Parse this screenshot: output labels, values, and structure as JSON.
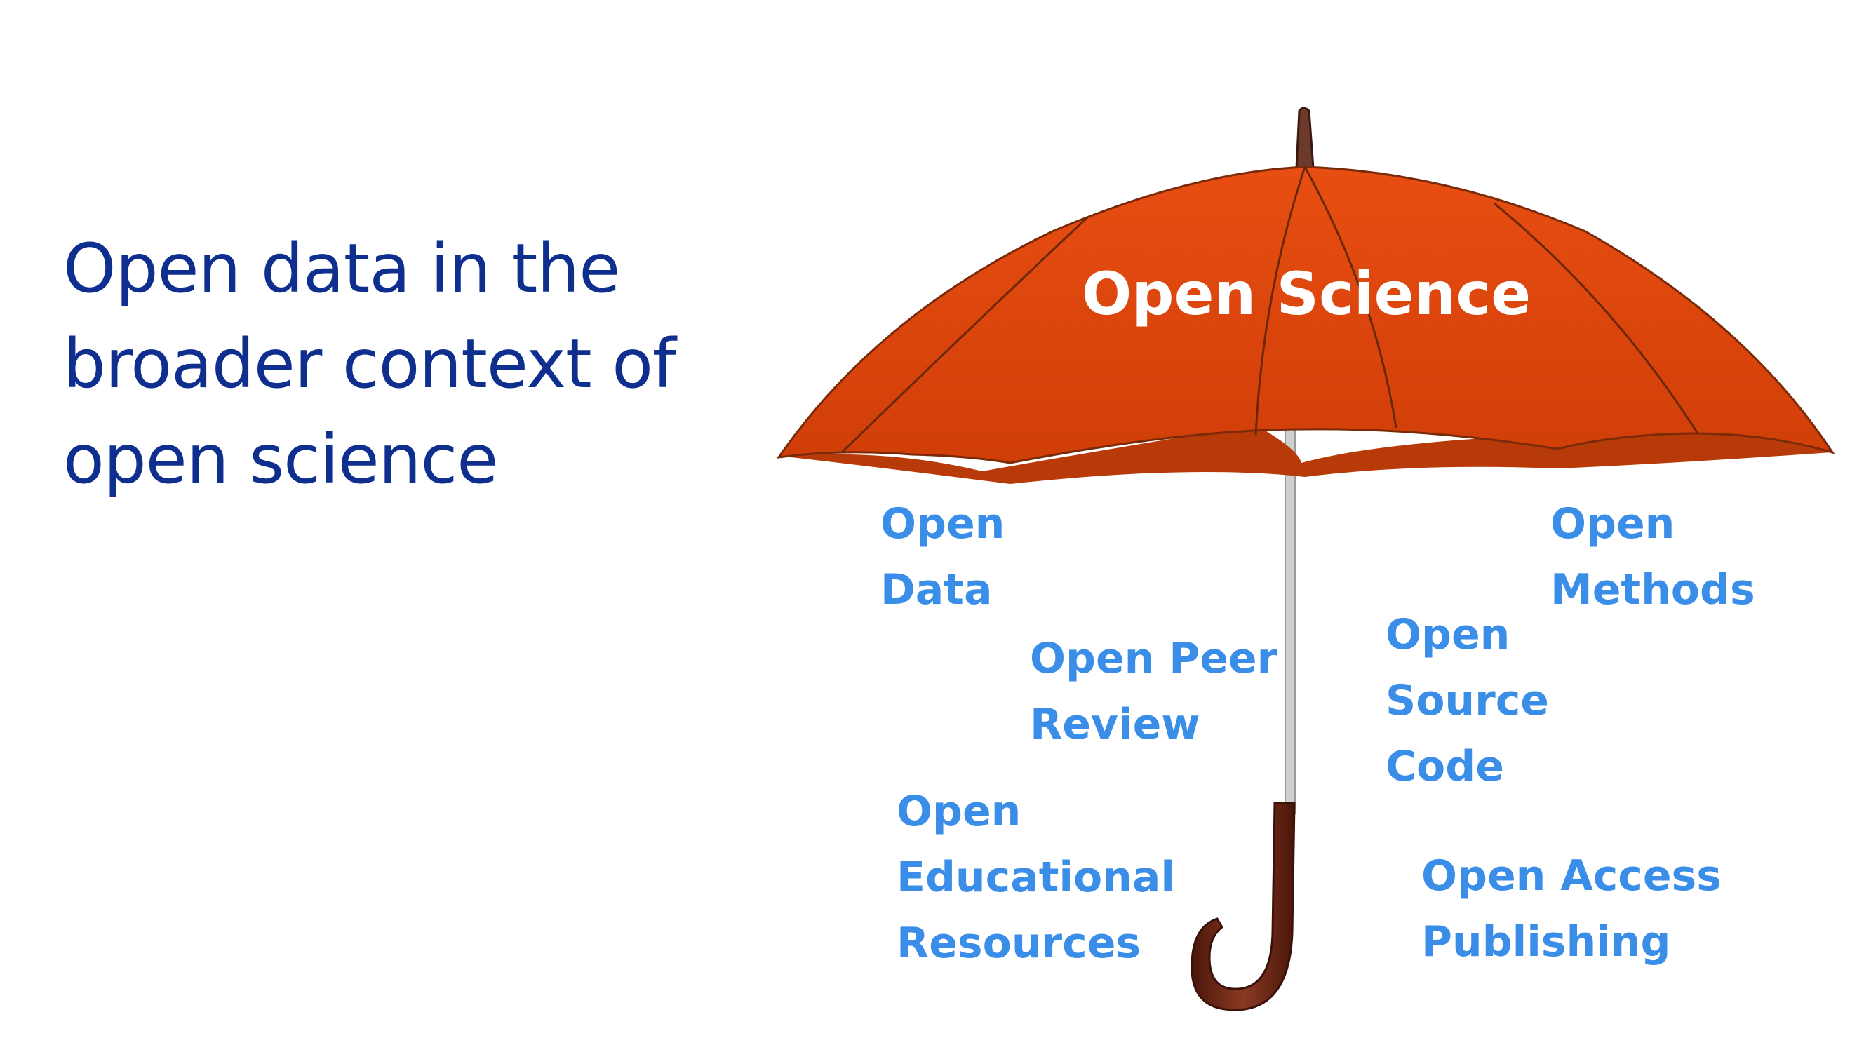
{
  "title": {
    "lines": [
      "Open data in the",
      "broader context of",
      "open science"
    ]
  },
  "umbrella": {
    "label": "Open Science",
    "colors": {
      "canopy": "#e04a10",
      "canopy_dark": "#b83a08",
      "tip": "#6b3a2a",
      "handle": "#6e2a18",
      "shaft": "#c8c8c8"
    }
  },
  "terms": {
    "open_data": [
      "Open",
      "Data"
    ],
    "open_peer_review": [
      "Open Peer",
      "Review"
    ],
    "open_educational_resources": [
      "Open",
      "Educational",
      "Resources"
    ],
    "open_source_code": [
      "Open",
      "Source",
      "Code"
    ],
    "open_methods": [
      "Open",
      "Methods"
    ],
    "open_access_publishing": [
      "Open Access",
      "Publishing"
    ]
  },
  "colors": {
    "title": "#0f2f8f",
    "terms": "#3a8ee8"
  }
}
